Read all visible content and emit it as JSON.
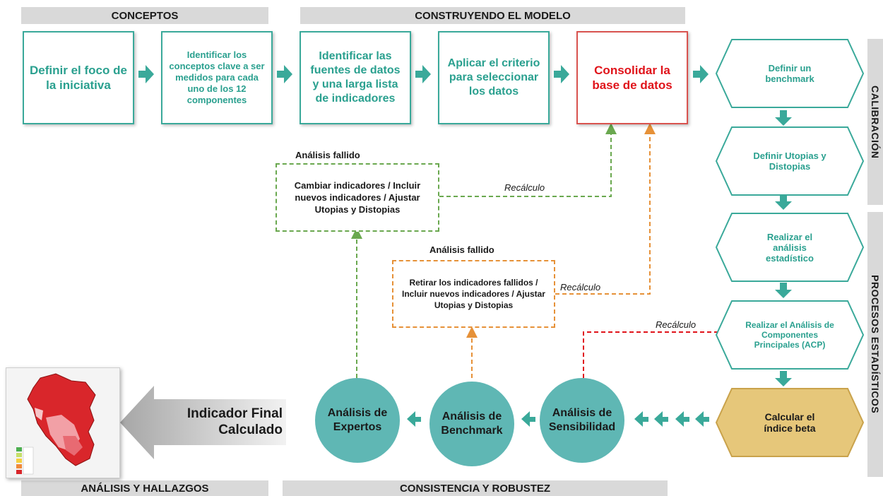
{
  "bands": {
    "conceptos": "CONCEPTOS",
    "construyendo": "CONSTRUYENDO EL MODELO",
    "analisis": "ANÁLISIS Y HALLAZGOS",
    "consistencia": "CONSISTENCIA Y ROBUSTEZ"
  },
  "side_labels": {
    "calibracion": "CALIBRACIÓN",
    "procesos": "PROCESOS ESTADÍSTICOS"
  },
  "top_steps": [
    "Definir el foco de la iniciativa",
    "Identificar los conceptos clave a ser medidos para cada uno de los 12 componentes",
    "Identificar las fuentes de datos y una larga lista de indicadores",
    "Aplicar el criterio para seleccionar los datos",
    "Consolidar la base de datos"
  ],
  "right_steps": [
    "Definir un benchmark",
    "Definir Utopias y Distopias",
    "Realizar el análisis estadístico",
    "Realizar el Análisis de Componentes Principales (ACP)",
    "Calcular el índice beta"
  ],
  "circles": {
    "sensibilidad": "Análisis de Sensibilidad",
    "benchmark": "Análisis de Benchmark",
    "expertos": "Análisis de Expertos"
  },
  "failed": {
    "label1": "Análisis fallido",
    "box1": "Cambiar indicadores / Incluir nuevos indicadores / Ajustar Utopias y Distopias",
    "label2": "Análisis fallido",
    "box2": "Retirar los indicadores fallidos / Incluir nuevos indicadores / Ajustar Utopias y Distopias"
  },
  "recalculo": [
    "Recálculo",
    "Recálculo",
    "Recálculo"
  ],
  "final": "Indicador Final Calculado",
  "colors": {
    "teal": "#2aa08f",
    "red": "#e0131a",
    "circle": "#5fb7b4",
    "gold": "#e6c77a",
    "green_dash": "#6aa84f",
    "orange_dash": "#e69138",
    "red_dash": "#e0131a"
  }
}
